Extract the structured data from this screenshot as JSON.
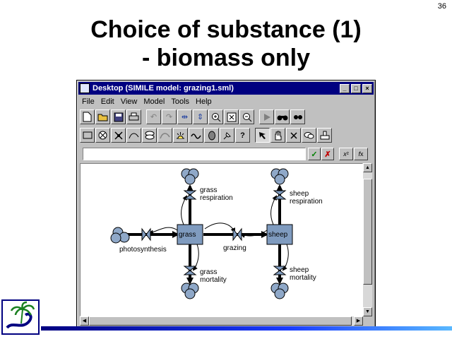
{
  "slide": {
    "number": "36",
    "title_line1": "Choice of substance (1)",
    "title_line2": "- biomass only"
  },
  "window": {
    "title": "Desktop (SIMILE model: grazing1.sml)",
    "controls": {
      "minimize": "_",
      "maximize": "□",
      "close": "×"
    }
  },
  "menu": {
    "file": "File",
    "edit": "Edit",
    "view": "View",
    "model": "Model",
    "tools": "Tools",
    "help": "Help"
  },
  "toolbar1": [
    "new-file-icon",
    "open-folder-icon",
    "save-icon",
    "print-icon",
    "undo-icon",
    "redo-icon",
    "move-horizontal-icon",
    "move-vertical-icon",
    "zoom-in-icon",
    "zoom-fit-icon",
    "zoom-out-icon",
    "run-icon",
    "find-icon",
    "find-next-icon"
  ],
  "toolbar2": [
    "compartment-tool-icon",
    "variable-tool-icon",
    "flow-tool-icon",
    "influence-tool-icon",
    "submodel-tool-icon",
    "association-tool-icon",
    "event-tool-icon",
    "wave-tool-icon",
    "role-tool-icon",
    "pin-tool-icon",
    "help-query-icon",
    "pointer-tool-icon",
    "hand-tool-icon",
    "delete-tool-icon",
    "comment-tool-icon",
    "stamp-tool-icon"
  ],
  "formula": {
    "value": "",
    "accept": "✓",
    "reject": "✗"
  },
  "diagram": {
    "compartments": {
      "grass": "grass",
      "sheep": "sheep"
    },
    "flows": {
      "photosynthesis": "photosynthesis",
      "grazing": "grazing",
      "grass_respiration": [
        "grass",
        "respiration"
      ],
      "sheep_respiration": [
        "sheep",
        "respiration"
      ],
      "grass_mortality": [
        "grass",
        "mortality"
      ],
      "sheep_mortality": [
        "sheep",
        "mortality"
      ]
    }
  },
  "colors": {
    "window_title": "#000080",
    "compartment": "#7f9bbf",
    "cloud": "#8fa8c8",
    "accept": "#008000",
    "reject": "#c00000"
  }
}
